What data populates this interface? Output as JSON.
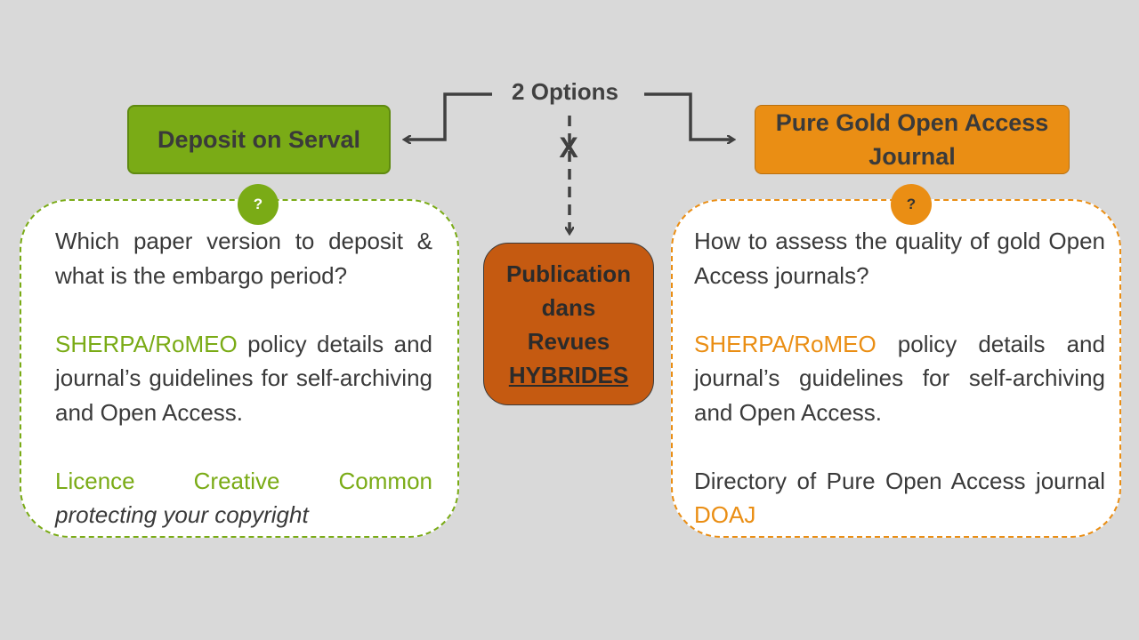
{
  "header": {
    "title": "2 Options",
    "excluded_mark": "X"
  },
  "left_option": {
    "label": "Deposit on Serval"
  },
  "right_option": {
    "label_line1": "Pure Gold Open Access",
    "label_line2": "Journal"
  },
  "hybrid": {
    "line1": "Publication",
    "line2": "dans",
    "line3": "Revues",
    "line4": "HYBRIDES"
  },
  "left_panel": {
    "badge": "?",
    "question": "Which paper version to deposit & what is the embargo period?",
    "link1": "SHERPA/RoMEO",
    "text1": "policy details and journal’s guidelines for self-archiving and Open Access.",
    "link2": "Licence Creative Common",
    "text2": "protecting your copyright"
  },
  "right_panel": {
    "badge": "?",
    "question": "How to assess the quality of gold Open Access journals?",
    "link1": "SHERPA/RoMEO",
    "text1": "policy details and journal’s guidelines for self-archiving and Open Access.",
    "text2": "Directory of Pure Open Access journal",
    "link2": "DOAJ"
  },
  "colors": {
    "green": "#7aab16",
    "orange": "#ea8e14",
    "hybrid": "#c55a11",
    "background": "#d9d9d9",
    "text": "#3a3a3a"
  }
}
